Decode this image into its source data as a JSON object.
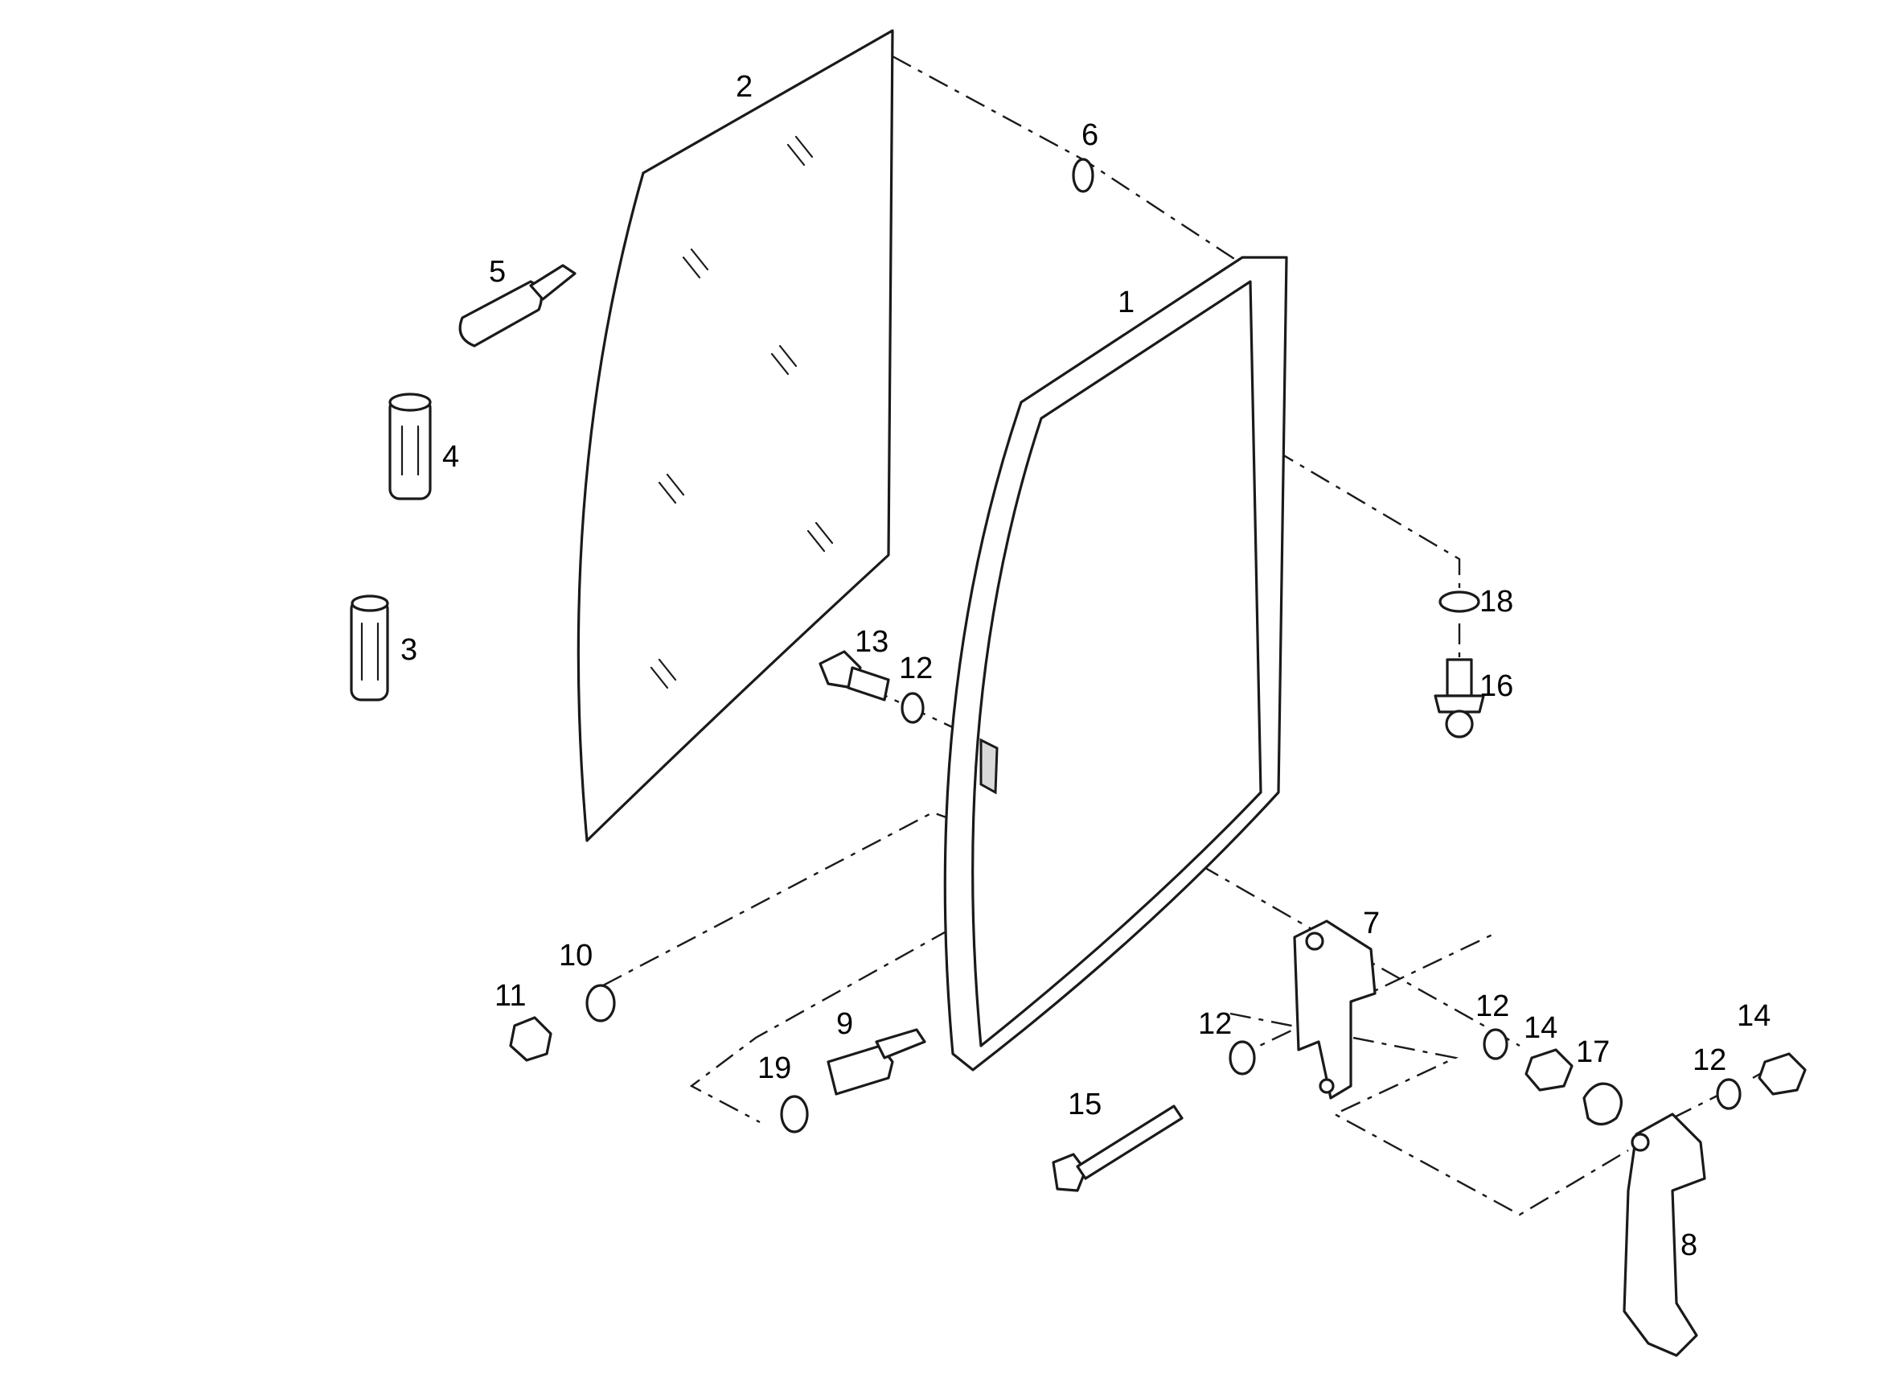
{
  "diagram": {
    "parts": [
      {
        "id": "frame",
        "label": "1"
      },
      {
        "id": "glass-pane",
        "label": "2"
      },
      {
        "id": "cartridge-small",
        "label": "3"
      },
      {
        "id": "cartridge-large",
        "label": "4"
      },
      {
        "id": "sealant-tube",
        "label": "5"
      },
      {
        "id": "grommet",
        "label": "6"
      },
      {
        "id": "hinge-bracket",
        "label": "7"
      },
      {
        "id": "latch-handle",
        "label": "8"
      },
      {
        "id": "stud",
        "label": "9"
      },
      {
        "id": "washer-10",
        "label": "10"
      },
      {
        "id": "nut-11",
        "label": "11"
      },
      {
        "id": "washer-12a",
        "label": "12"
      },
      {
        "id": "bolt-13",
        "label": "13"
      },
      {
        "id": "nut-14a",
        "label": "14"
      },
      {
        "id": "bolt-15",
        "label": "15"
      },
      {
        "id": "ball-stud",
        "label": "16"
      },
      {
        "id": "cap-nut",
        "label": "17"
      },
      {
        "id": "washer-18",
        "label": "18"
      },
      {
        "id": "washer-19",
        "label": "19"
      },
      {
        "id": "washer-12b",
        "label": "12"
      },
      {
        "id": "washer-12c",
        "label": "12"
      },
      {
        "id": "washer-12d",
        "label": "12"
      },
      {
        "id": "nut-14b",
        "label": "14"
      }
    ]
  }
}
